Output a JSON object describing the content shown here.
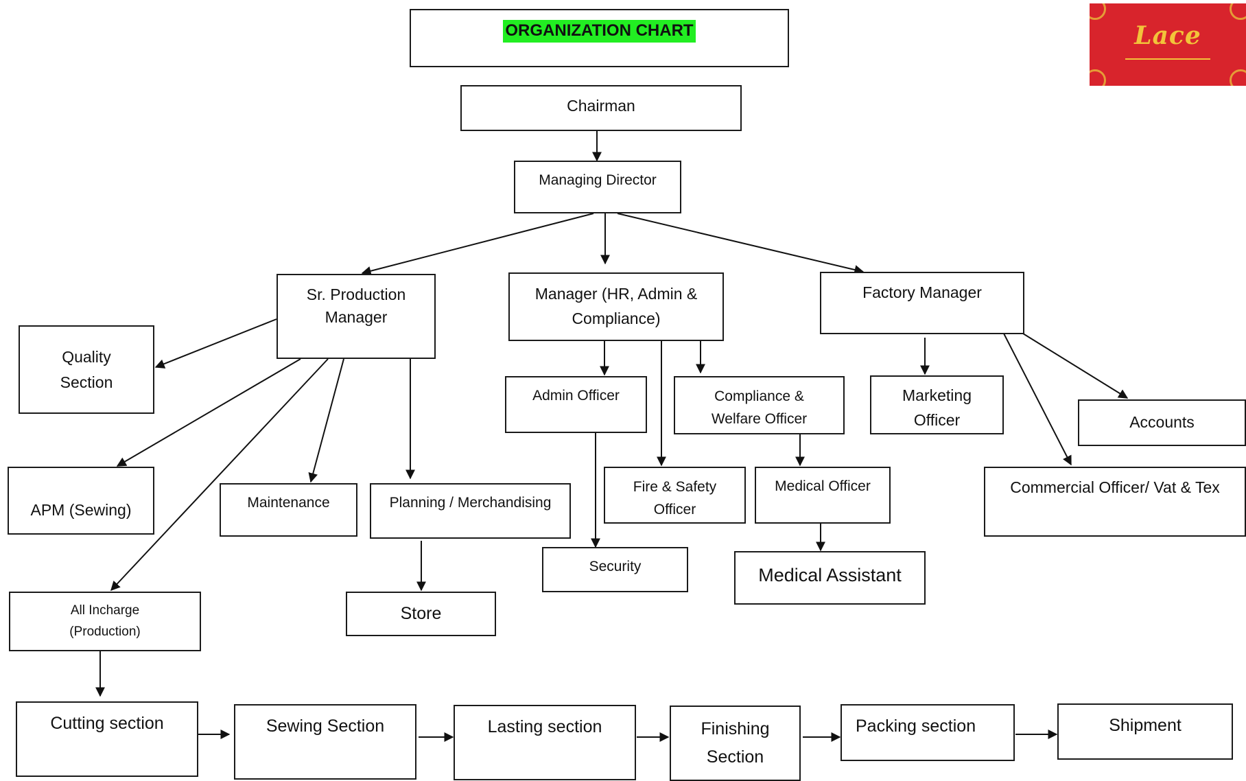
{
  "title": "ORGANIZATION CHART",
  "logo": {
    "text": "Lace",
    "background": "#d8242c",
    "accent": "#f2c33a"
  },
  "accent_highlight": "#22ee22",
  "nodes": {
    "chairman": "Chairman",
    "managing_director": "Managing Director",
    "sr_production_manager": "Sr. Production\nManager",
    "manager_hr": "Manager (HR, Admin &\nCompliance)",
    "factory_manager": "Factory Manager",
    "quality_section": "Quality\nSection",
    "apm_sewing": "APM (Sewing)",
    "maintenance": "Maintenance",
    "planning_merchandising": "Planning / Merchandising",
    "store": "Store",
    "all_incharge": "All Incharge\n(Production)",
    "admin_officer": "Admin Officer",
    "security": "Security",
    "fire_safety_officer": "Fire & Safety\nOfficer",
    "compliance_welfare_officer": "Compliance &\nWelfare Officer",
    "medical_officer": "Medical Officer",
    "medical_assistant": "Medical Assistant",
    "marketing_officer": "Marketing\nOfficer",
    "accounts": "Accounts",
    "commercial_officer": "Commercial Officer/ Vat & Tex",
    "cutting_section": "Cutting section",
    "sewing_section": "Sewing Section",
    "lasting_section": "Lasting section",
    "finishing_section": "Finishing\nSection",
    "packing_section": "Packing section",
    "shipment": "Shipment"
  },
  "edges": [
    [
      "chairman",
      "managing_director"
    ],
    [
      "managing_director",
      "sr_production_manager"
    ],
    [
      "managing_director",
      "manager_hr"
    ],
    [
      "managing_director",
      "factory_manager"
    ],
    [
      "sr_production_manager",
      "quality_section"
    ],
    [
      "sr_production_manager",
      "apm_sewing"
    ],
    [
      "sr_production_manager",
      "all_incharge"
    ],
    [
      "sr_production_manager",
      "maintenance"
    ],
    [
      "sr_production_manager",
      "planning_merchandising"
    ],
    [
      "planning_merchandising",
      "store"
    ],
    [
      "manager_hr",
      "admin_officer"
    ],
    [
      "manager_hr",
      "fire_safety_officer"
    ],
    [
      "manager_hr",
      "compliance_welfare_officer"
    ],
    [
      "admin_officer",
      "security"
    ],
    [
      "compliance_welfare_officer",
      "medical_officer"
    ],
    [
      "medical_officer",
      "medical_assistant"
    ],
    [
      "factory_manager",
      "marketing_officer"
    ],
    [
      "factory_manager",
      "commercial_officer"
    ],
    [
      "factory_manager",
      "accounts"
    ],
    [
      "all_incharge",
      "cutting_section"
    ],
    [
      "cutting_section",
      "sewing_section"
    ],
    [
      "sewing_section",
      "lasting_section"
    ],
    [
      "lasting_section",
      "finishing_section"
    ],
    [
      "finishing_section",
      "packing_section"
    ],
    [
      "packing_section",
      "shipment"
    ]
  ]
}
